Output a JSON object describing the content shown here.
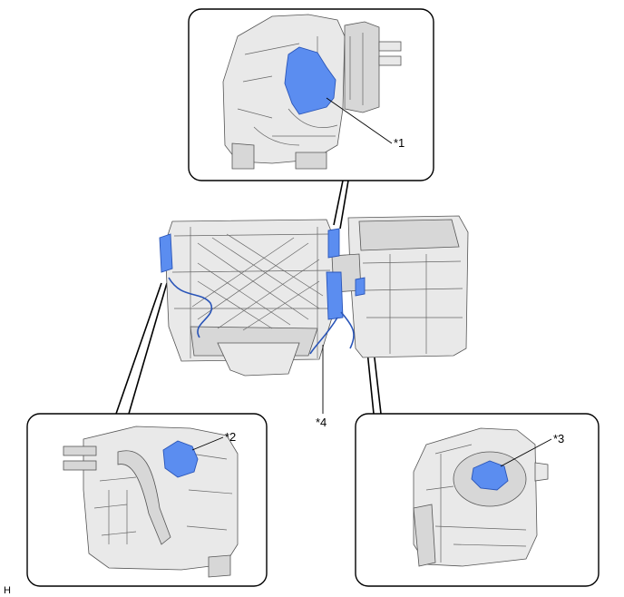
{
  "callouts": {
    "c1": "*1",
    "c2": "*2",
    "c3": "*3",
    "c4": "*4"
  },
  "corner_code": "H",
  "colors": {
    "highlight": "#5b8df0",
    "housing": "#e9e9e9",
    "outline": "#000000"
  }
}
